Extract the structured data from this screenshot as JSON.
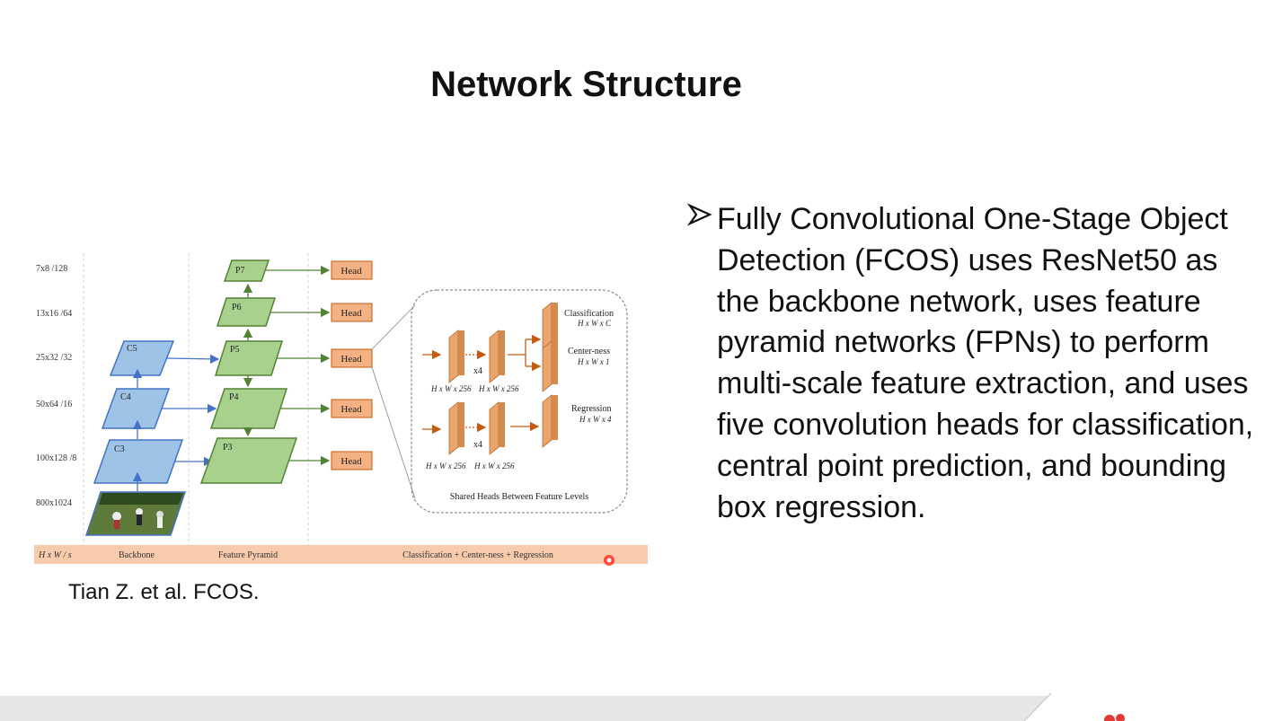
{
  "slide": {
    "title": "Network Structure",
    "caption": "Tian Z. et al. FCOS.",
    "bullet_icon": "arrow-bullet-icon",
    "bullet_text": "Fully Convolutional One-Stage Object Detection (FCOS) uses ResNet50 as the backbone network, uses feature pyramid networks (FPNs) to perform multi-scale feature extraction, and uses five convolution heads for classification, central point prediction, and bounding box regression."
  },
  "diagram": {
    "scales": [
      "7x8 /128",
      "13x16 /64",
      "25x32 /32",
      "50x64 /16",
      "100x128 /8",
      "800x1024"
    ],
    "backbone_levels": [
      "C5",
      "C4",
      "C3"
    ],
    "pyramid_levels": [
      "P7",
      "P6",
      "P5",
      "P4",
      "P3"
    ],
    "head_label": "Head",
    "bottom_bar": {
      "col0": "H x W / s",
      "col1": "Backbone",
      "col2": "Feature Pyramid",
      "col3": "Classification + Center-ness + Regression"
    },
    "shared_heads": {
      "title": "Shared Heads Between Feature Levels",
      "dims_256": "H x W x 256",
      "repeat": "x4",
      "cls_label": "Classification",
      "cls_dim": "H x W x C",
      "ctr_label": "Center-ness",
      "ctr_dim": "H x W x 1",
      "reg_label": "Regression",
      "reg_dim": "H x W x 4"
    },
    "colors": {
      "backbone": "#9dc3e6",
      "pyramid": "#a9d18e",
      "head": "#f4b183",
      "bar": "#f8cbad",
      "arrow_blue": "#4472c4",
      "arrow_green": "#548235",
      "arrow_orange": "#c55a11"
    }
  }
}
